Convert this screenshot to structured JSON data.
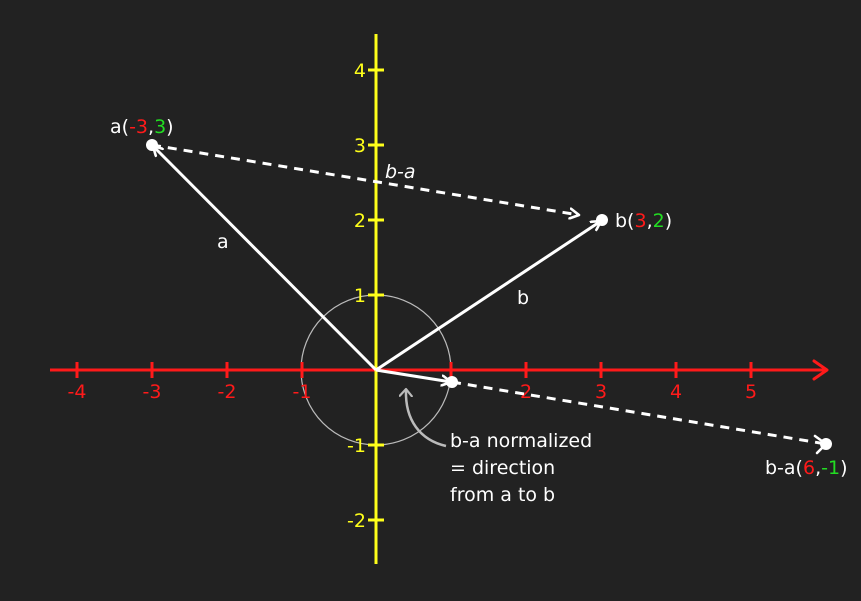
{
  "colors": {
    "background": "#222222",
    "x_axis": "#ff1a1a",
    "y_axis": "#ffff1a",
    "vector": "#ffffff",
    "circle": "#bbbbbb",
    "x_component": "#ff1a1a",
    "y_component": "#22dd22"
  },
  "axes": {
    "x_ticks": [
      "-4",
      "-3",
      "-2",
      "-1",
      "2",
      "3",
      "4",
      "5"
    ],
    "y_ticks": [
      "4",
      "3",
      "2",
      "1",
      "-1",
      "-2"
    ]
  },
  "points": {
    "a": {
      "prefix": "a(",
      "x": "-3",
      "comma": ",",
      "y": "3",
      "suffix": ")"
    },
    "b": {
      "prefix": "b(",
      "x": "3",
      "comma": ",",
      "y": "2",
      "suffix": ")"
    },
    "ba": {
      "prefix": "b-a(",
      "x": "6",
      "comma": ",",
      "y": "-1",
      "suffix": ")"
    }
  },
  "vector_labels": {
    "a": "a",
    "b": "b",
    "b_minus_a": "b-a"
  },
  "annotation": {
    "line1": "b-a normalized",
    "line2": "= direction",
    "line3": "from a to b"
  }
}
